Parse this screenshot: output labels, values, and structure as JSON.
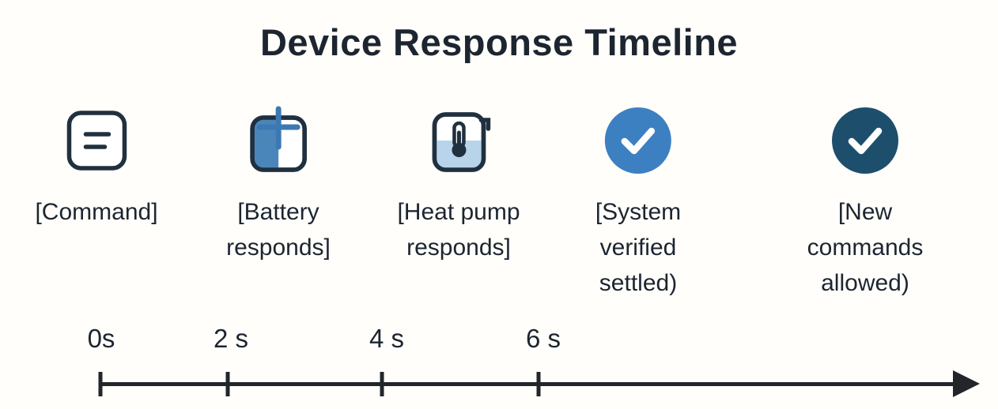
{
  "title": "Device Response Timeline",
  "colors": {
    "ink": "#1f2834",
    "accent_blue": "#3d80c2",
    "light_blue": "#b8d4ea",
    "dark_blue": "#1d4f6d",
    "axis": "#22262b"
  },
  "stages": [
    {
      "icon": "command-icon",
      "label": "[Command]"
    },
    {
      "icon": "battery-icon",
      "label": "[Battery\nresponds]"
    },
    {
      "icon": "heat-pump-icon",
      "label": "[Heat pump\nresponds]"
    },
    {
      "icon": "system-verified-icon",
      "label": "[System\nverified\nsettled)"
    },
    {
      "icon": "new-commands-icon",
      "label": "[New commands\nallowed)"
    }
  ],
  "timeline": {
    "unit": "seconds",
    "ticks": [
      "0s",
      "2 s",
      "4 s",
      "6 s"
    ]
  }
}
